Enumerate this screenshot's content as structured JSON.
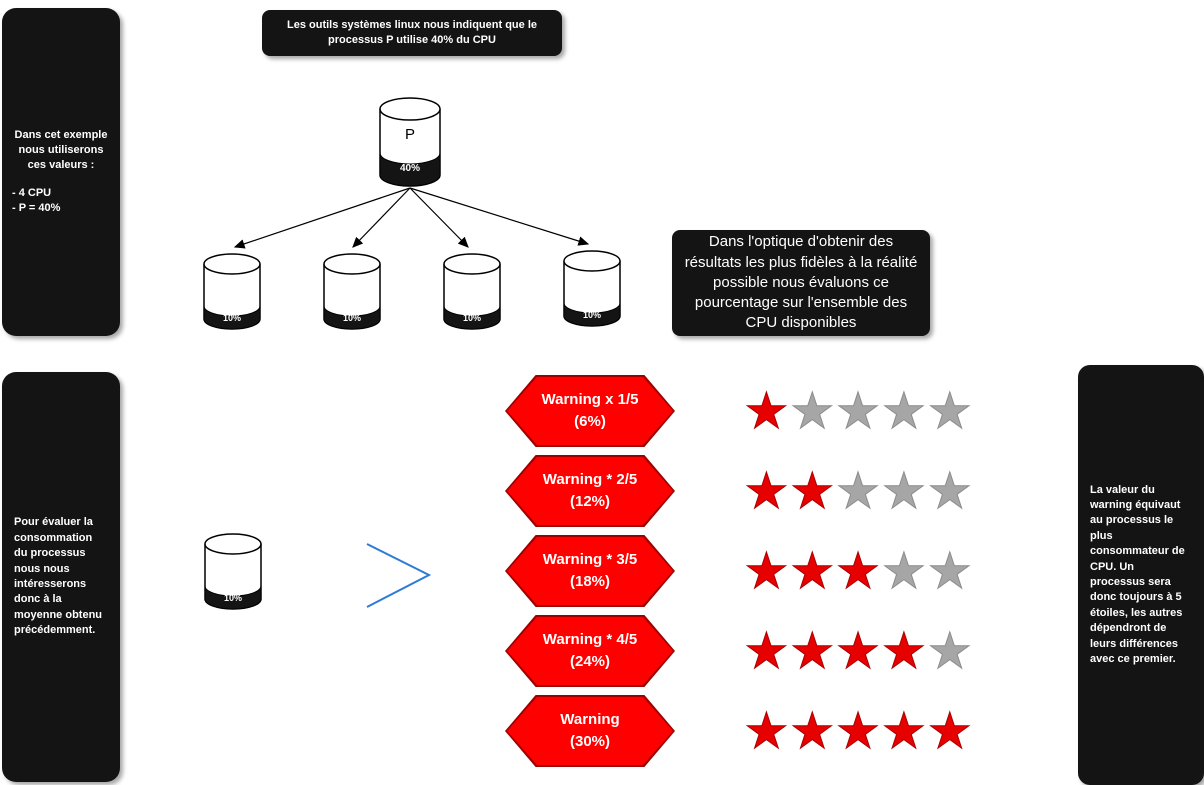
{
  "diagram": {
    "example_box": {
      "intro": "Dans cet exemple nous utiliserons ces valeurs :",
      "value_lines": [
        "- 4 CPU",
        "- P = 40%"
      ]
    },
    "linux_tools_note": "Les outils systèmes linux nous indiquent que le processus P utilise 40% du CPU",
    "fidelity_note": "Dans l'optique d'obtenir des résultats les plus fidèles à la réalité possible nous évaluons ce pourcentage sur l'ensemble des CPU disponibles",
    "average_note": "Pour évaluer la consommation du processus nous nous intéresserons donc à la moyenne obtenu précédemment.",
    "warning_note": "La valeur du warning équivaut au processus le plus consommateur de CPU. Un processus sera donc toujours à 5 étoiles, les autres dépendront de leurs différences avec ce premier.",
    "process": {
      "label": "P",
      "usage": "40%"
    },
    "cpus": [
      {
        "usage": "10%"
      },
      {
        "usage": "10%"
      },
      {
        "usage": "10%"
      },
      {
        "usage": "10%"
      }
    ],
    "average_cpu": {
      "usage": "10%"
    },
    "warnings": [
      {
        "line1": "Warning x 1/5",
        "line2": "(6%)",
        "stars": 1
      },
      {
        "line1": "Warning * 2/5",
        "line2": "(12%)",
        "stars": 2
      },
      {
        "line1": "Warning * 3/5",
        "line2": "(18%)",
        "stars": 3
      },
      {
        "line1": "Warning * 4/5",
        "line2": "(24%)",
        "stars": 4
      },
      {
        "line1": "Warning",
        "line2": "(30%)",
        "stars": 5
      }
    ],
    "colors": {
      "box_black": "#141414",
      "warning_red": "#fe0000",
      "warning_red_border": "#9e0000",
      "star_red": "#e60000",
      "star_gray": "#a6a6a6",
      "chevron_blue": "#2e7bd6"
    }
  }
}
